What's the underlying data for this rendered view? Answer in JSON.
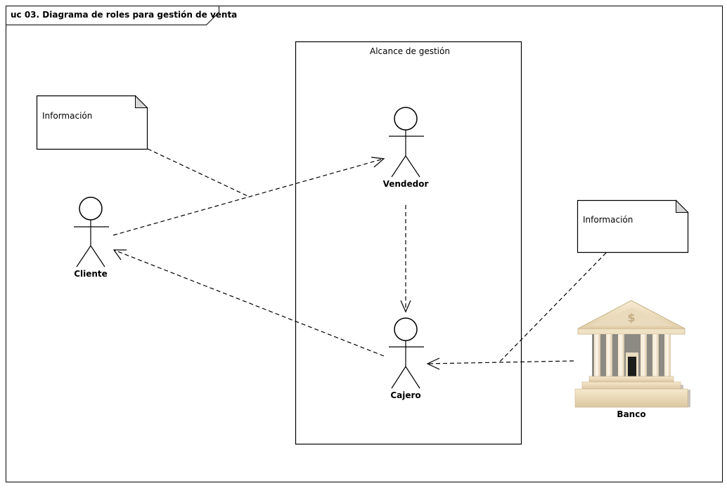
{
  "frame": {
    "title": "uc 03. Diagrama de roles para gestión de venta"
  },
  "scope": {
    "title": "Alcance de gestión"
  },
  "actors": {
    "cliente": "Cliente",
    "vendedor": "Vendedor",
    "cajero": "Cajero",
    "banco": "Banco"
  },
  "notes": {
    "left": "Información",
    "right": "Información"
  },
  "icons": {
    "bank": "bank-building-icon",
    "dollar_sign": "$"
  }
}
